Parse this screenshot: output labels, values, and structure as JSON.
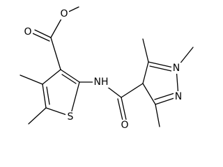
{
  "molecule": {
    "atoms": {
      "ester_o_single": "O",
      "carbonyl_o_ester": "O",
      "thiophene_s": "S",
      "amide_nh": "NH",
      "amide_o": "O",
      "pyrazole_n1": "N",
      "pyrazole_n2": "N"
    }
  }
}
